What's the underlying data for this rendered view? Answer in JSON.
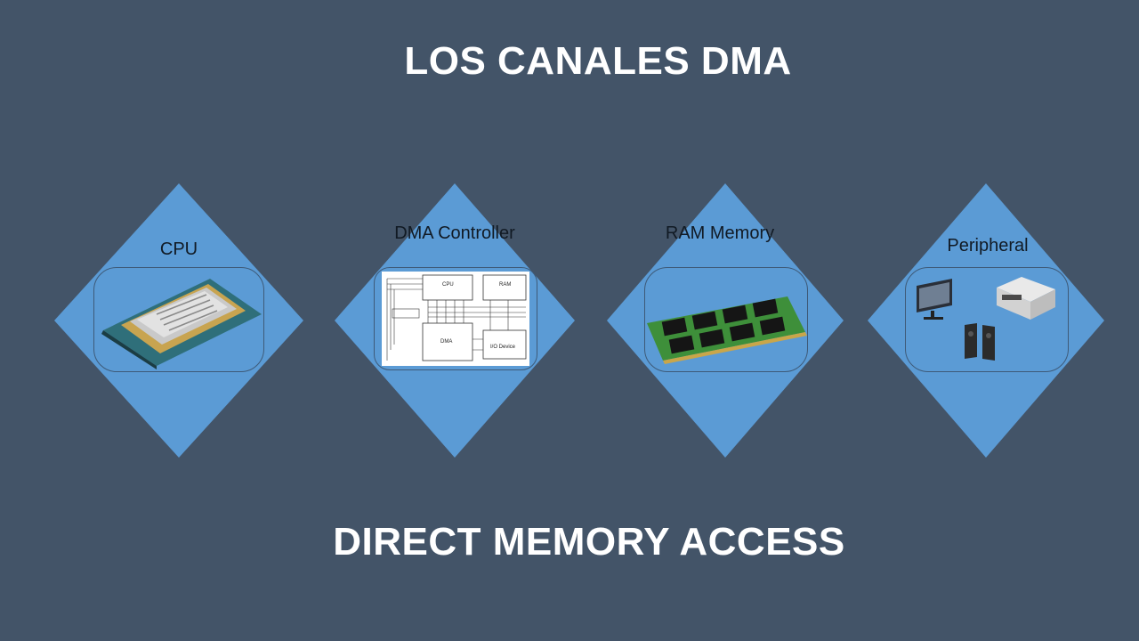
{
  "title": "LOS CANALES DMA",
  "subtitle": "DIRECT MEMORY ACCESS",
  "colors": {
    "background": "#435468",
    "diamond": "#5b9bd5",
    "title_text": "#ffffff",
    "label_text": "#111a24"
  },
  "cards": [
    {
      "label": "CPU",
      "image": "cpu-chip-icon"
    },
    {
      "label": "DMA Controller",
      "image": "dma-block-diagram",
      "diagram_labels": [
        "CPU",
        "RAM",
        "DMA",
        "I/O Device"
      ]
    },
    {
      "label": "RAM Memory",
      "image": "ram-module-icon"
    },
    {
      "label": "Peripheral",
      "image": "peripheral-devices-icon"
    }
  ]
}
